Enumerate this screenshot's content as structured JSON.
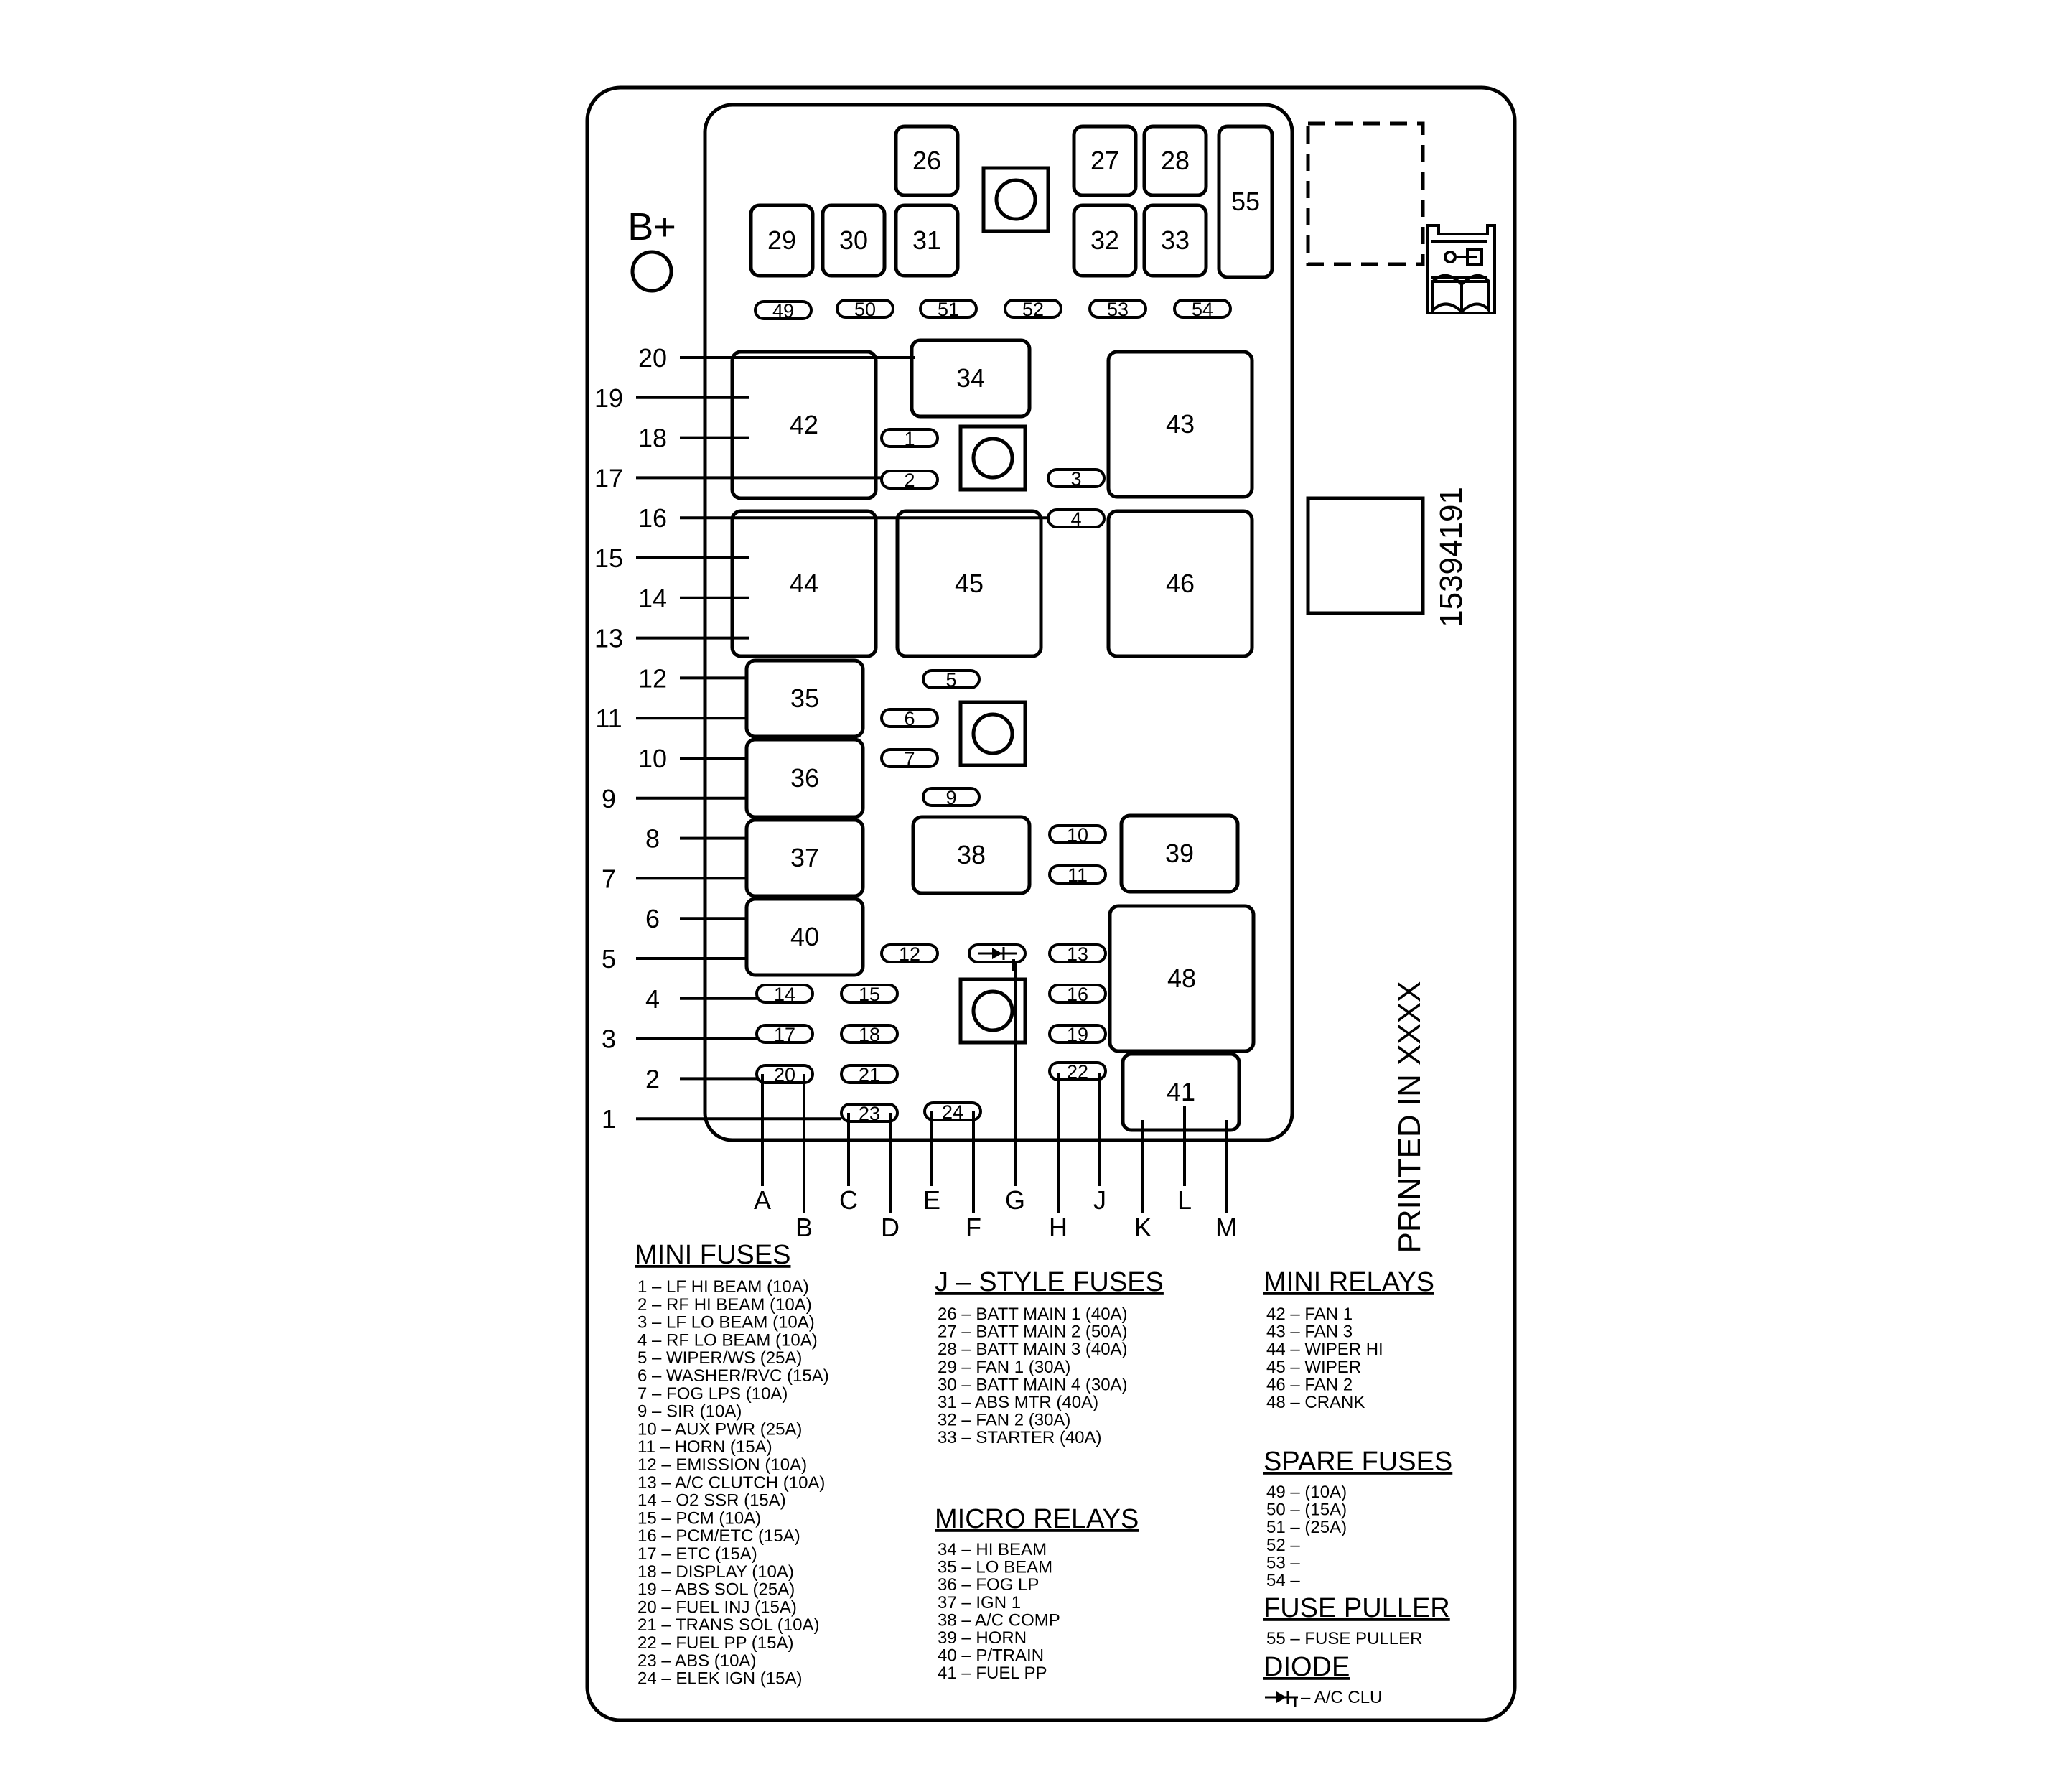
{
  "title": "",
  "labels": {
    "b_plus": "B+",
    "part_number": "15394191",
    "printed": "PRINTED IN XXXX"
  },
  "relays": [
    {
      "id": "26"
    },
    {
      "id": "27"
    },
    {
      "id": "28"
    },
    {
      "id": "29"
    },
    {
      "id": "30"
    },
    {
      "id": "31"
    },
    {
      "id": "32"
    },
    {
      "id": "33"
    },
    {
      "id": "55"
    },
    {
      "id": "34"
    },
    {
      "id": "42"
    },
    {
      "id": "43"
    },
    {
      "id": "44"
    },
    {
      "id": "45"
    },
    {
      "id": "46"
    },
    {
      "id": "35"
    },
    {
      "id": "36"
    },
    {
      "id": "37"
    },
    {
      "id": "38"
    },
    {
      "id": "39"
    },
    {
      "id": "40"
    },
    {
      "id": "48"
    },
    {
      "id": "41"
    }
  ],
  "fuses": [
    {
      "id": "49"
    },
    {
      "id": "50"
    },
    {
      "id": "51"
    },
    {
      "id": "52"
    },
    {
      "id": "53"
    },
    {
      "id": "54"
    },
    {
      "id": "1"
    },
    {
      "id": "2"
    },
    {
      "id": "3"
    },
    {
      "id": "4"
    },
    {
      "id": "5"
    },
    {
      "id": "6"
    },
    {
      "id": "7"
    },
    {
      "id": "9"
    },
    {
      "id": "10"
    },
    {
      "id": "11"
    },
    {
      "id": "12"
    },
    {
      "id": "13"
    },
    {
      "id": "14"
    },
    {
      "id": "15"
    },
    {
      "id": "16"
    },
    {
      "id": "17"
    },
    {
      "id": "18"
    },
    {
      "id": "19"
    },
    {
      "id": "20"
    },
    {
      "id": "21"
    },
    {
      "id": "22"
    },
    {
      "id": "23"
    },
    {
      "id": "24"
    }
  ],
  "left_pins": [
    "20",
    "19",
    "18",
    "17",
    "16",
    "15",
    "14",
    "13",
    "12",
    "11",
    "10",
    "9",
    "8",
    "7",
    "6",
    "5",
    "4",
    "3",
    "2",
    "1"
  ],
  "bottom_pins": [
    "A",
    "B",
    "C",
    "D",
    "E",
    "F",
    "G",
    "H",
    "J",
    "K",
    "L",
    "M"
  ],
  "legend": {
    "mini_fuses": {
      "heading": "MINI FUSES",
      "items": [
        "1 – LF HI BEAM (10A)",
        "2 – RF HI BEAM (10A)",
        "3 – LF LO BEAM (10A)",
        "4 – RF LO BEAM (10A)",
        "5 – WIPER/WS (25A)",
        "6 – WASHER/RVC (15A)",
        "7 – FOG LPS (10A)",
        "9 – SIR (10A)",
        "10 – AUX PWR (25A)",
        "11 – HORN (15A)",
        "12 – EMISSION (10A)",
        "13 – A/C CLUTCH (10A)",
        "14 – O2 SSR (15A)",
        "15 – PCM (10A)",
        "16 – PCM/ETC (15A)",
        "17 – ETC (15A)",
        "18 – DISPLAY (10A)",
        "19 – ABS SOL (25A)",
        "20 – FUEL INJ (15A)",
        "21 – TRANS SOL (10A)",
        "22 – FUEL PP (15A)",
        "23 – ABS (10A)",
        "24 – ELEK IGN (15A)"
      ]
    },
    "j_style_fuses": {
      "heading": "J – STYLE FUSES",
      "items": [
        "26 – BATT MAIN 1 (40A)",
        "27 – BATT MAIN 2 (50A)",
        "28 – BATT MAIN 3 (40A)",
        "29 – FAN 1 (30A)",
        "30 – BATT MAIN 4 (30A)",
        "31 – ABS MTR (40A)",
        "32 – FAN 2 (30A)",
        "33 – STARTER (40A)"
      ]
    },
    "micro_relays": {
      "heading": "MICRO RELAYS",
      "items": [
        "34 – HI BEAM",
        "35 – LO BEAM",
        "36 – FOG LP",
        "37 – IGN 1",
        "38 – A/C COMP",
        "39 – HORN",
        "40 – P/TRAIN",
        "41 – FUEL PP"
      ]
    },
    "mini_relays": {
      "heading": "MINI RELAYS",
      "items": [
        "42 – FAN 1",
        "43 – FAN 3",
        "44 – WIPER HI",
        "45 – WIPER",
        "46 – FAN 2",
        "48 – CRANK"
      ]
    },
    "spare_fuses": {
      "heading": "SPARE FUSES",
      "items": [
        "49 – (10A)",
        "50 – (15A)",
        "51 – (25A)",
        "52 –",
        "53 –",
        "54 –"
      ]
    },
    "fuse_puller": {
      "heading": "FUSE PULLER",
      "items": [
        "55 – FUSE PULLER"
      ]
    },
    "diode": {
      "heading": "DIODE",
      "items": [
        "– A/C CLU"
      ]
    }
  }
}
